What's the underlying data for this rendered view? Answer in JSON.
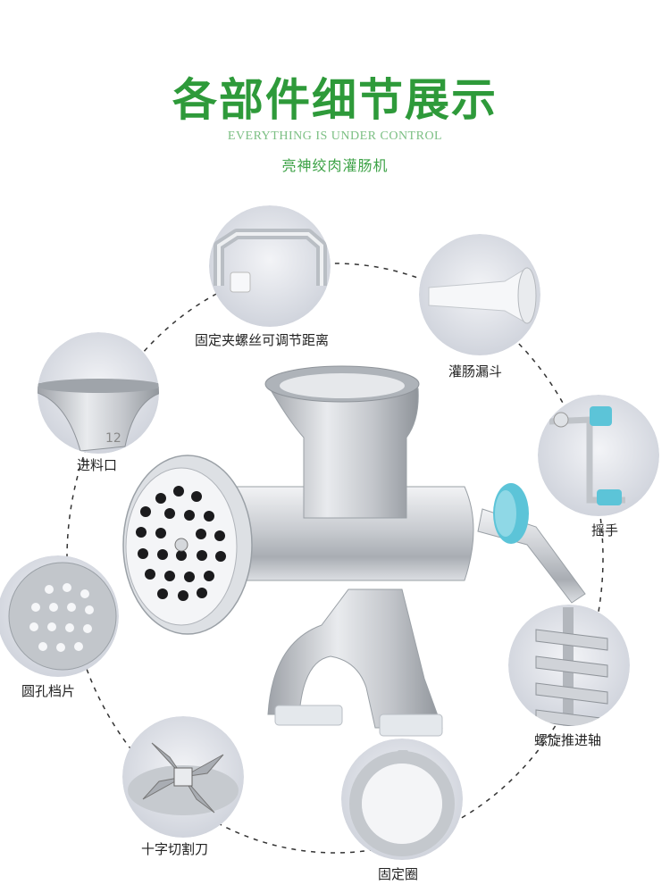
{
  "header": {
    "title": "各部件细节展示",
    "subtitle_en": "EVERYTHING IS UNDER CONTROL",
    "subtitle_cn": "亮神绞肉灌肠机"
  },
  "parts": [
    {
      "id": "clamp",
      "label": "固定夹螺丝可调节距离"
    },
    {
      "id": "funnel",
      "label": "灌肠漏斗"
    },
    {
      "id": "inlet",
      "label": "进料口"
    },
    {
      "id": "handle",
      "label": "摇手"
    },
    {
      "id": "plate",
      "label": "圆孔档片"
    },
    {
      "id": "screw",
      "label": "螺旋推进轴"
    },
    {
      "id": "blade",
      "label": "十字切割刀"
    },
    {
      "id": "ring",
      "label": "固定圈"
    }
  ],
  "colors": {
    "title_green": "#2e9a3a",
    "circle_bg": "#d9dde6",
    "metal": "#c5c9ce",
    "accent_blue": "#5cc4d8"
  }
}
